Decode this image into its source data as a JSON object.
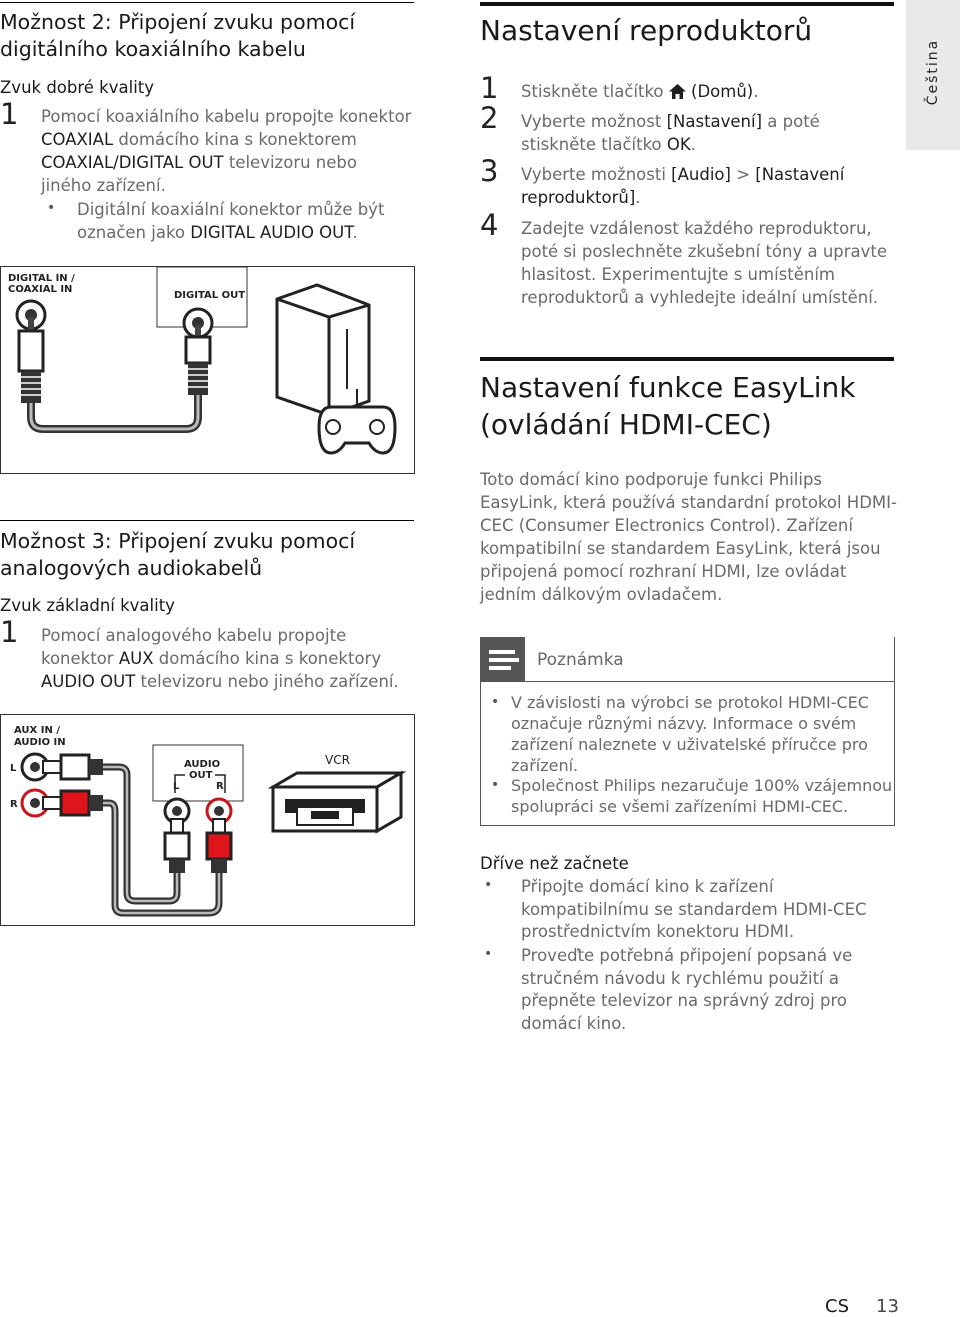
{
  "lang_tab": "Čeština",
  "left": {
    "option2": {
      "title_line1": "Možnost 2: Připojení zvuku pomocí",
      "title_line2": "digitálního koaxiálního kabelu",
      "subtitle": "Zvuk dobré kvality",
      "step_num": "1",
      "step_lines": [
        {
          "pre": "Pomocí koaxiálního kabelu propojte konektor",
          "em": ""
        },
        {
          "pre": "",
          "em": "COAXIAL",
          "post": " domácího kina s konektorem"
        },
        {
          "pre": "",
          "em": "COAXIAL/DIGITAL OUT",
          "post": " televizoru nebo"
        },
        {
          "pre": "jiného zařízení.",
          "em": ""
        }
      ],
      "bullet_line1": "Digitální koaxiální konektor může být",
      "bullet_line2_pre": "označen jako ",
      "bullet_line2_em": "DIGITAL AUDIO OUT",
      "bullet_line2_post": ".",
      "diagram": {
        "label_in_line1": "DIGITAL IN /",
        "label_in_line2": "COAXIAL IN",
        "label_out": "DIGITAL OUT"
      }
    },
    "option3": {
      "title_line1": "Možnost 3: Připojení zvuku pomocí",
      "title_line2": "analogových audiokabelů",
      "subtitle": "Zvuk základní kvality",
      "step_num": "1",
      "line1": "Pomocí analogového kabelu propojte",
      "line2_pre": "konektor ",
      "line2_em": "AUX",
      "line2_post": " domácího kina s konektory",
      "line3_em": "AUDIO OUT",
      "line3_post": " televizoru nebo jiného zařízení.",
      "diagram": {
        "label_in_line1": "AUX IN /",
        "label_in_line2": "AUDIO IN",
        "label_l": "L",
        "label_r": "R",
        "label_audio": "AUDIO",
        "label_out": "OUT",
        "label_out_l": "L",
        "label_out_r": "R",
        "label_vcr": "VCR"
      }
    }
  },
  "right": {
    "speakers": {
      "title": "Nastavení reproduktorů",
      "steps": [
        {
          "num": "1",
          "l1_pre": "Stiskněte tlačítko ",
          "l1_icon": "home-icon",
          "l1_em": " (Domů)",
          "l1_post": "."
        },
        {
          "num": "2",
          "l1_pre": "Vyberte možnost ",
          "l1_em": "[Nastavení]",
          "l1_post": " a poté",
          "l2_pre": "stiskněte tlačítko ",
          "l2_em": "OK",
          "l2_post": "."
        },
        {
          "num": "3",
          "l1_pre": "Vyberte možnosti ",
          "l1_em": "[Audio]",
          "l1_post": " > ",
          "l1_em2": "[Nastavení",
          "l2_em": "reproduktorů]",
          "l2_post": "."
        },
        {
          "num": "4",
          "lines": [
            "Zadejte vzdálenost každého reproduktoru,",
            "poté si poslechněte zkušební tóny a upravte",
            "hlasitost. Experimentujte s umístěním",
            "reproduktorů a vyhledejte ideální umístění."
          ]
        }
      ]
    },
    "easylink": {
      "title_line1": "Nastavení funkce EasyLink",
      "title_line2": "(ovládání HDMI-CEC)",
      "para": [
        "Toto domácí kino podporuje funkci Philips",
        "EasyLink, která používá standardní protokol HDMI-",
        "CEC (Consumer Electronics Control). Zařízení",
        "kompatibilní se standardem EasyLink, která jsou",
        "připojená pomocí rozhraní HDMI, lze ovládat",
        "jedním dálkovým ovladačem."
      ],
      "note": {
        "label": "Poznámka",
        "bullet1": [
          "V závislosti na výrobci se protokol HDMI-CEC",
          "označuje různými názvy. Informace o svém",
          "zařízení naleznete v uživatelské příručce pro",
          "zařízení."
        ],
        "bullet2": [
          "Společnost Philips nezaručuje 100% vzájemnou",
          "spolupráci se všemi zařízeními HDMI-CEC."
        ]
      },
      "before": {
        "title": "Dříve než začnete",
        "bullet1": [
          "Připojte domácí kino k zařízení",
          "kompatibilnímu se standardem HDMI-CEC",
          "prostřednictvím konektoru HDMI."
        ],
        "bullet2": [
          "Proveďte potřebná připojení popsaná ve",
          "stručném návodu k rychlému použití a",
          "přepněte televizor na správný zdroj pro",
          "domácí kino."
        ]
      }
    }
  },
  "footer": {
    "lang": "CS",
    "page": "13"
  }
}
